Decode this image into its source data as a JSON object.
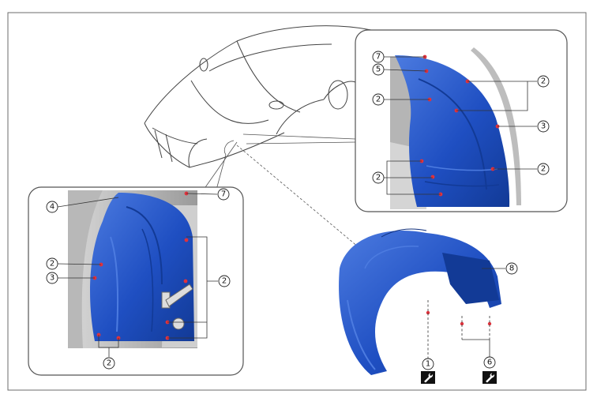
{
  "figure": {
    "colors": {
      "liner": "#1f4fc2",
      "liner_dark": "#123a96",
      "liner_light": "#4c7be0",
      "fastener": "#e0323c",
      "frame": "#555555",
      "car_outline": "#444444"
    },
    "left_panel": {
      "callouts": [
        {
          "id": "lp-4",
          "label": "4"
        },
        {
          "id": "lp-7",
          "label": "7"
        },
        {
          "id": "lp-2a",
          "label": "2"
        },
        {
          "id": "lp-3",
          "label": "3"
        },
        {
          "id": "lp-2b",
          "label": "2"
        },
        {
          "id": "lp-2c",
          "label": "2"
        }
      ]
    },
    "right_panel": {
      "callouts": [
        {
          "id": "rp-7",
          "label": "7"
        },
        {
          "id": "rp-5",
          "label": "5"
        },
        {
          "id": "rp-2a",
          "label": "2"
        },
        {
          "id": "rp-2b",
          "label": "2"
        },
        {
          "id": "rp-3",
          "label": "3"
        },
        {
          "id": "rp-2c",
          "label": "2"
        },
        {
          "id": "rp-2d",
          "label": "2"
        }
      ]
    },
    "bottom_part": {
      "callouts": [
        {
          "id": "bp-8",
          "label": "8"
        },
        {
          "id": "bp-1",
          "label": "1"
        },
        {
          "id": "bp-6",
          "label": "6"
        }
      ],
      "tool_icons": [
        "wrench-icon",
        "wrench-icon"
      ]
    }
  }
}
